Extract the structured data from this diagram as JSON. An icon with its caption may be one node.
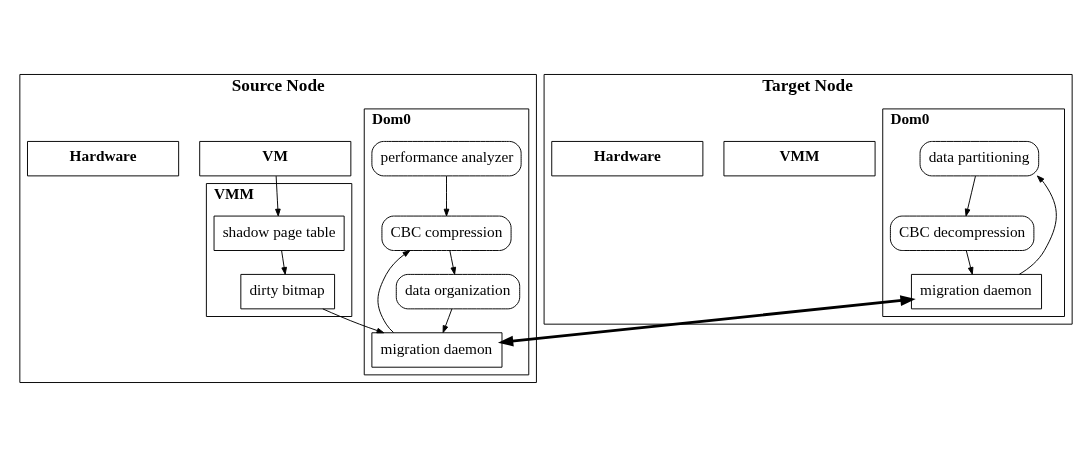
{
  "diagram": {
    "nodes": [
      {
        "text": [
          "Source Node"
        ]
      },
      {
        "text": [
          "Dom0"
        ],
        "in": 0
      },
      {
        "text": [
          "performance analyzer"
        ],
        "in": 1
      },
      {
        "text": [
          "migration daemon"
        ],
        "in": 1
      },
      {
        "text": [
          "CBC compression"
        ],
        "in": 1
      },
      {
        "text": [
          "data organization"
        ],
        "in": 1
      },
      {
        "text": [
          "VM"
        ],
        "in": 0
      },
      {
        "text": [
          "VMM"
        ],
        "in": 0
      },
      {
        "text": [
          "dirty bitmap"
        ],
        "in": 7
      },
      {
        "text": [
          "shadow page table"
        ],
        "in": 7
      },
      {
        "text": [
          "Hardware"
        ],
        "in": 0
      },
      {
        "text": [
          "Target Node"
        ]
      },
      {
        "text": [
          "Dom0"
        ],
        "in": 11
      },
      {
        "text": [
          "data partitioning"
        ],
        "in": 12
      },
      {
        "text": [
          "migration daemon"
        ],
        "in": 12
      },
      {
        "text": [
          "CBC decompression"
        ],
        "in": 12
      },
      {
        "text": [
          "VMM"
        ],
        "in": 11
      },
      {
        "text": [
          "Hardware"
        ],
        "in": 11
      }
    ],
    "edges": [
      {
        "from": 2,
        "to": 4,
        "arrow": "to"
      },
      {
        "from": 3,
        "to": 4,
        "arrow": "to"
      },
      {
        "from": 4,
        "to": 5,
        "arrow": "to"
      },
      {
        "from": 5,
        "to": 3,
        "arrow": "to"
      },
      {
        "from": 8,
        "to": 3,
        "arrow": "to"
      },
      {
        "from": 9,
        "to": 8,
        "arrow": "to"
      },
      {
        "from": 6,
        "to": 9,
        "arrow": "to"
      },
      {
        "from": 14,
        "to": 13,
        "arrow": "to"
      },
      {
        "from": 13,
        "to": 15,
        "arrow": "to"
      },
      {
        "from": 15,
        "to": 14,
        "arrow": "to"
      },
      {
        "from": 3,
        "to": 14,
        "arrow": "both",
        "style": "thick"
      }
    ]
  }
}
